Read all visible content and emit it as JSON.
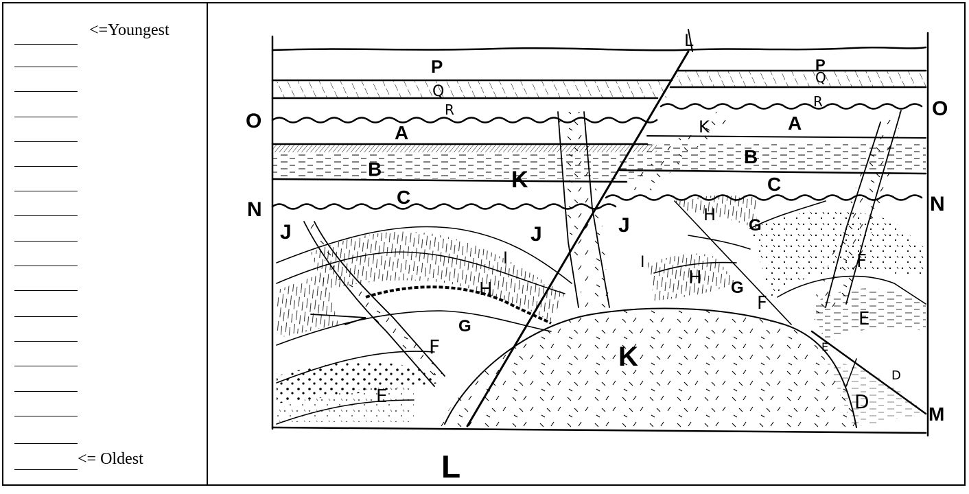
{
  "answer_sheet": {
    "youngest_label": "<=Youngest",
    "oldest_label": "<= Oldest",
    "blank_count": 18
  },
  "diagram": {
    "labels": {
      "P": "P",
      "Q": "Q",
      "R": "R",
      "O": "O",
      "A": "A",
      "B": "B",
      "C": "C",
      "N": "N",
      "J": "J",
      "I": "I",
      "H": "H",
      "G": "G",
      "F": "F",
      "E": "E",
      "D": "D",
      "K": "K",
      "L": "L",
      "M": "M"
    },
    "colors": {
      "ink": "#000000",
      "paper": "#ffffff"
    }
  }
}
